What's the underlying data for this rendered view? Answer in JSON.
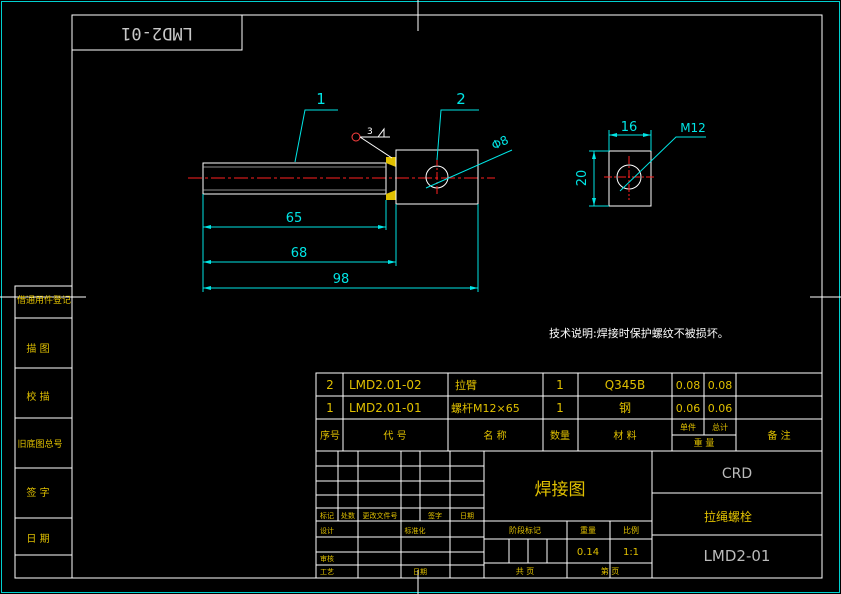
{
  "drawing_number_rotated": "LMD2-01",
  "part_views": {
    "leader_1": "1",
    "leader_2": "2",
    "weld_symbol_size": "3",
    "dim_dia": "Φ8",
    "dim_65": "65",
    "dim_68": "68",
    "dim_98": "98",
    "dim_16": "16",
    "dim_20": "20",
    "dim_m12": "M12"
  },
  "tech_note": "技术说明:焊接时保护螺纹不被损坏。",
  "left_column": [
    "借通用件登记",
    "描  图",
    "校  描",
    "旧底图总号",
    "签  字",
    "日  期"
  ],
  "bom": {
    "rows": [
      {
        "no": "2",
        "code": "LMD2.01-02",
        "name": "拉臂",
        "qty": "1",
        "material": "Q345B",
        "unit_w": "0.08",
        "total_w": "0.08",
        "note": ""
      },
      {
        "no": "1",
        "code": "LMD2.01-01",
        "name": "螺杆M12×65",
        "qty": "1",
        "material": "钢",
        "unit_w": "0.06",
        "total_w": "0.06",
        "note": ""
      }
    ],
    "header": {
      "no": "序号",
      "code": "代  号",
      "name": "名  称",
      "qty": "数量",
      "material": "材  料",
      "unit": "单件",
      "total": "总计",
      "weight": "重  量",
      "note": "备  注"
    }
  },
  "title_block": {
    "title": "焊接图",
    "company": "CRD",
    "part_name": "拉绳螺栓",
    "drawing_no": "LMD2-01",
    "rev_headers": [
      "标记",
      "处数",
      "更改文件号",
      "签字",
      "日期"
    ],
    "row_design": "设计",
    "row_standard": "标准化",
    "row_review": "审核",
    "row_process": "工艺",
    "row_approve": "日期",
    "stage_mark": "阶段标记",
    "weight_label": "重量",
    "scale_label": "比例",
    "weight": "0.14",
    "scale": "1:1",
    "sheet_total": "共  页",
    "sheet_no": "第  页"
  },
  "colors": {
    "background": "#000000",
    "frame": "#ffffff",
    "inner_frame": "#00e5e5",
    "dimension": "#00e5e5",
    "center_line": "#ff0000",
    "table_text": "#e0c000",
    "weld_fill": "#e0c000"
  }
}
